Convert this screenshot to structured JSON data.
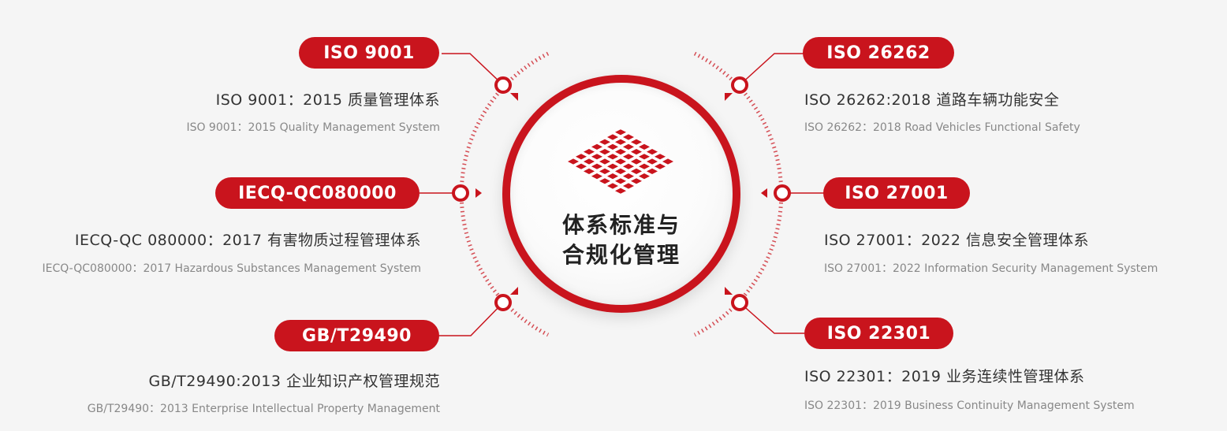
{
  "center": {
    "line1": "体系标准与",
    "line2": "合规化管理"
  },
  "colors": {
    "accent": "#c9141d",
    "background": "#f5f5f5",
    "text": "#333333",
    "subtext": "#888888"
  },
  "icons": {
    "logo": "diamond-lattice-logo-icon",
    "node": "ring-node-icon",
    "arrow": "triangle-arrow-icon"
  },
  "items": [
    {
      "badge": "ISO 9001",
      "title_cn": "ISO 9001：2015 质量管理体系",
      "title_en": "ISO 9001：2015 Quality Management System"
    },
    {
      "badge": "IECQ-QC080000",
      "title_cn": "IECQ-QC 080000：2017 有害物质过程管理体系",
      "title_en": "IECQ-QC080000：2017 Hazardous Substances Management System"
    },
    {
      "badge": "GB/T29490",
      "title_cn": "GB/T29490:2013 企业知识产权管理规范",
      "title_en": "GB/T29490：2013 Enterprise Intellectual Property Management"
    },
    {
      "badge": "ISO 26262",
      "title_cn": "ISO 26262:2018 道路车辆功能安全",
      "title_en": "ISO 26262：2018 Road Vehicles Functional Safety"
    },
    {
      "badge": "ISO 27001",
      "title_cn": "ISO 27001：2022 信息安全管理体系",
      "title_en": "ISO 27001：2022 Information Security Management System"
    },
    {
      "badge": "ISO 22301",
      "title_cn": "ISO 22301：2019 业务连续性管理体系",
      "title_en": "ISO 22301：2019  Business Continuity Management System"
    }
  ]
}
